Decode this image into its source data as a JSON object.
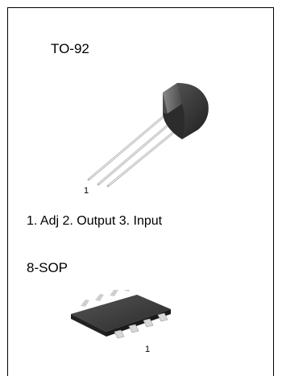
{
  "packages": [
    {
      "name": "TO-92",
      "pin1_marker": "1",
      "pinout": "1. Adj 2. Output 3. Input",
      "icon": "to92-transistor-icon"
    },
    {
      "name": "8-SOP",
      "pin1_marker": "1",
      "icon": "sop8-chip-icon"
    }
  ],
  "colors": {
    "border": "#000000",
    "package_body": "#3a3a3a",
    "leads": "#c8c8c8"
  }
}
